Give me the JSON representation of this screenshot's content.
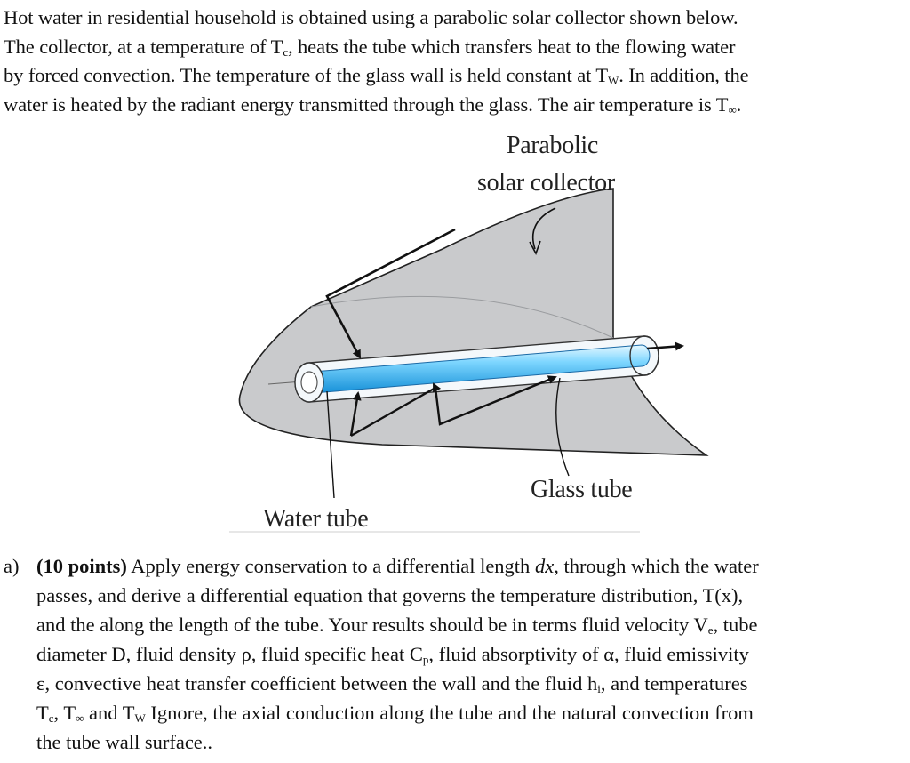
{
  "intro": {
    "line1": "Hot water in residential household is obtained using a parabolic solar collector shown below.",
    "line2_a": "The collector, at a temperature of T",
    "line2_sub": "c",
    "line2_b": ", heats the tube which transfers heat to the flowing water",
    "line3_a": "by forced convection. The temperature of the glass wall is held constant at T",
    "line3_sub": "W",
    "line3_b": ". In addition, the",
    "line4_a": "water is heated by the radiant energy transmitted through the glass. The air temperature is T",
    "line4_sub": "∞",
    "line4_b": "."
  },
  "figure": {
    "label_collector_line1": "Parabolic",
    "label_collector_line2": "solar collector",
    "label_glass_tube": "Glass tube",
    "label_water_tube": "Water tube",
    "colors": {
      "collector_fill": "#c9cacc",
      "collector_stroke": "#222222",
      "water_tube_light": "#bfeeff",
      "water_tube_dark": "#1aa0e0",
      "glass_fill": "#f4f8fb"
    }
  },
  "question": {
    "marker": "a)",
    "points": "(10 points)",
    "l1_a": " Apply energy conservation to a differential length ",
    "l1_dx": "dx",
    "l1_b": ", through which the water",
    "l2": "passes, and derive a differential equation that governs the temperature distribution, T(x),",
    "l3": "and the along the length of the tube. Your results should be in terms fluid velocity V",
    "l3_sub": "e",
    "l3_b": ", tube",
    "l4": "diameter D, fluid density ρ, fluid specific heat C",
    "l4_sub": "p",
    "l4_b": ", fluid absorptivity of α, fluid emissivity",
    "l5": "ε, convective heat transfer coefficient between the wall and the fluid  h",
    "l5_sub": "i",
    "l5_b": ", and temperatures",
    "l6_a": "T",
    "l6_sub1": "c",
    "l6_b": ", T",
    "l6_sub2": "∞",
    "l6_c": " and T",
    "l6_sub3": "W",
    "l6_d": " Ignore, the axial conduction along the tube and the natural convection from",
    "l7": "the tube wall surface.."
  }
}
